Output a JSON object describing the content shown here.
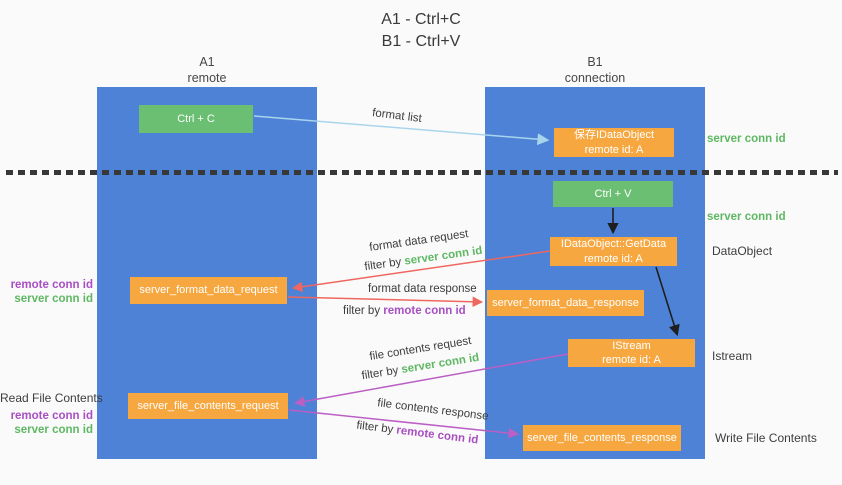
{
  "title": {
    "line1": "A1 - Ctrl+C",
    "line2": "B1 - Ctrl+V"
  },
  "columns": {
    "left": {
      "id": "A1",
      "role": "remote"
    },
    "right": {
      "id": "B1",
      "role": "connection"
    }
  },
  "nodes": {
    "ctrl_c": {
      "label": "Ctrl + C"
    },
    "save_idataobject": {
      "line1": "保存IDataObject",
      "line2": "remote id: A"
    },
    "ctrl_v": {
      "label": "Ctrl + V"
    },
    "idataobject_getdata": {
      "line1": "IDataObject::GetData",
      "line2": "remote id: A"
    },
    "server_format_data_request": {
      "label": "server_format_data_request"
    },
    "server_format_data_response": {
      "label": "server_format_data_response"
    },
    "istream": {
      "line1": "IStream",
      "line2": "remote id: A"
    },
    "server_file_contents_request": {
      "label": "server_file_contents_request"
    },
    "server_file_contents_response": {
      "label": "server_file_contents_response"
    }
  },
  "arrow_labels": {
    "format_list": "format list",
    "format_data_request": "format data request",
    "format_data_response": "format data response",
    "file_contents_request": "file contents request",
    "file_contents_response": "file contents response"
  },
  "fragments": {
    "filter_by": "filter by ",
    "server_conn_id": "server conn id",
    "remote_conn_id": "remote conn id"
  },
  "side_labels": {
    "right_top_conn": "server conn id",
    "right_mid_conn": "server conn id",
    "dataobject": "DataObject",
    "istream": "Istream",
    "write_file_contents": "Write File Contents",
    "read_file_contents": "Read File Contents"
  },
  "colors": {
    "lane_blue": "#4d82d7",
    "box_orange": "#f7a740",
    "box_green": "#6bbf72",
    "green_text": "#5eb863",
    "purple_text": "#a94fc4",
    "red_arrow": "#ee6760",
    "magenta_arrow": "#bb5fc4",
    "light_blue_arrow": "#a9d5ec",
    "black_arrow": "#1f1f1f",
    "background": "#fafafa"
  }
}
